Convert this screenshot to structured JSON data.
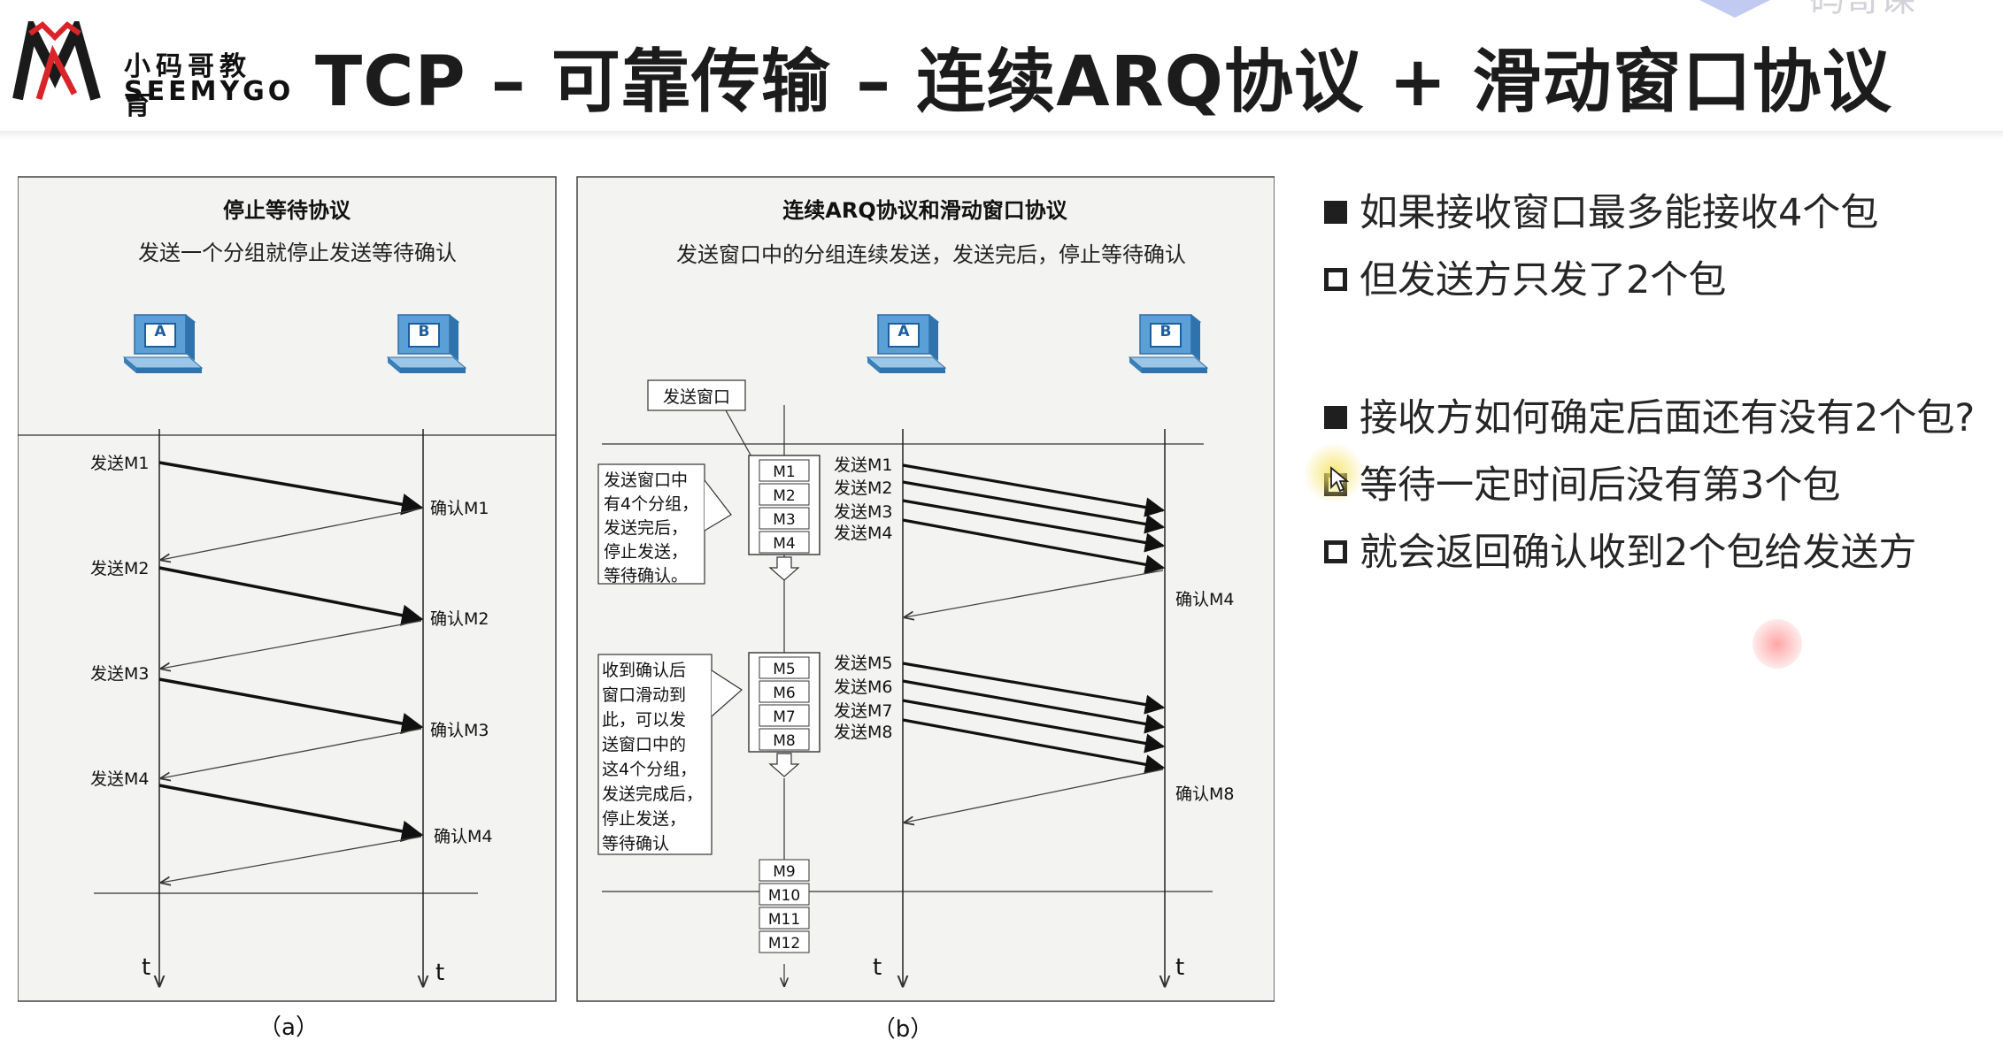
{
  "header": {
    "logo_cn": "小码哥教育",
    "logo_en": "SEEMYGO",
    "title": "TCP – 可靠传输 – 连续ARQ协议 + 滑动窗口协议",
    "corner_badge": "码哥课"
  },
  "figure": {
    "left_panel": {
      "heading": "停止等待协议",
      "subheading": "发送一个分组就停止发送等待确认",
      "host_a": "A",
      "host_b": "B",
      "send_labels": [
        "发送M1",
        "发送M2",
        "发送M3",
        "发送M4"
      ],
      "ack_labels": [
        "确认M1",
        "确认M2",
        "确认M3",
        "确认M4"
      ],
      "time_label": "t",
      "caption": "（a）"
    },
    "right_panel": {
      "heading": "连续ARQ协议和滑动窗口协议",
      "subheading": "发送窗口中的分组连续发送，发送完后，停止等待确认",
      "host_a": "A",
      "host_b": "B",
      "window_label": "发送窗口",
      "note1_lines": [
        "发送窗口中",
        "有4个分组，",
        "发送完后，",
        "停止发送，",
        "等待确认。"
      ],
      "note2_lines": [
        "收到确认后",
        "窗口滑动到",
        "此，可以发",
        "送窗口中的",
        "这4个分组，",
        "发送完成后，",
        "停止发送，",
        "等待确认"
      ],
      "window1_packets": [
        "M1",
        "M2",
        "M3",
        "M4"
      ],
      "window2_packets": [
        "M5",
        "M6",
        "M7",
        "M8"
      ],
      "window3_packets": [
        "M9",
        "M10",
        "M11",
        "M12"
      ],
      "send_labels_1": [
        "发送M1",
        "发送M2",
        "发送M3",
        "发送M4"
      ],
      "send_labels_2": [
        "发送M5",
        "发送M6",
        "发送M7",
        "发送M8"
      ],
      "ack_label_1": "确认M4",
      "ack_label_2": "确认M8",
      "time_label": "t",
      "caption": "（b）"
    }
  },
  "bullets": [
    {
      "style": "filled",
      "text": "如果接收窗口最多能接收4个包"
    },
    {
      "style": "hollow",
      "text": "但发送方只发了2个包"
    },
    {
      "style": "filled",
      "text": "接收方如何确定后面还有没有2个包?"
    },
    {
      "style": "hollow",
      "text": "等待一定时间后没有第3个包"
    },
    {
      "style": "hollow",
      "text": "就会返回确认收到2个包给发送方"
    }
  ],
  "colors": {
    "panel_bg": "#f3f3f1",
    "computer_blue": "#4a90c8",
    "computer_screen": "#1c5fa0"
  }
}
